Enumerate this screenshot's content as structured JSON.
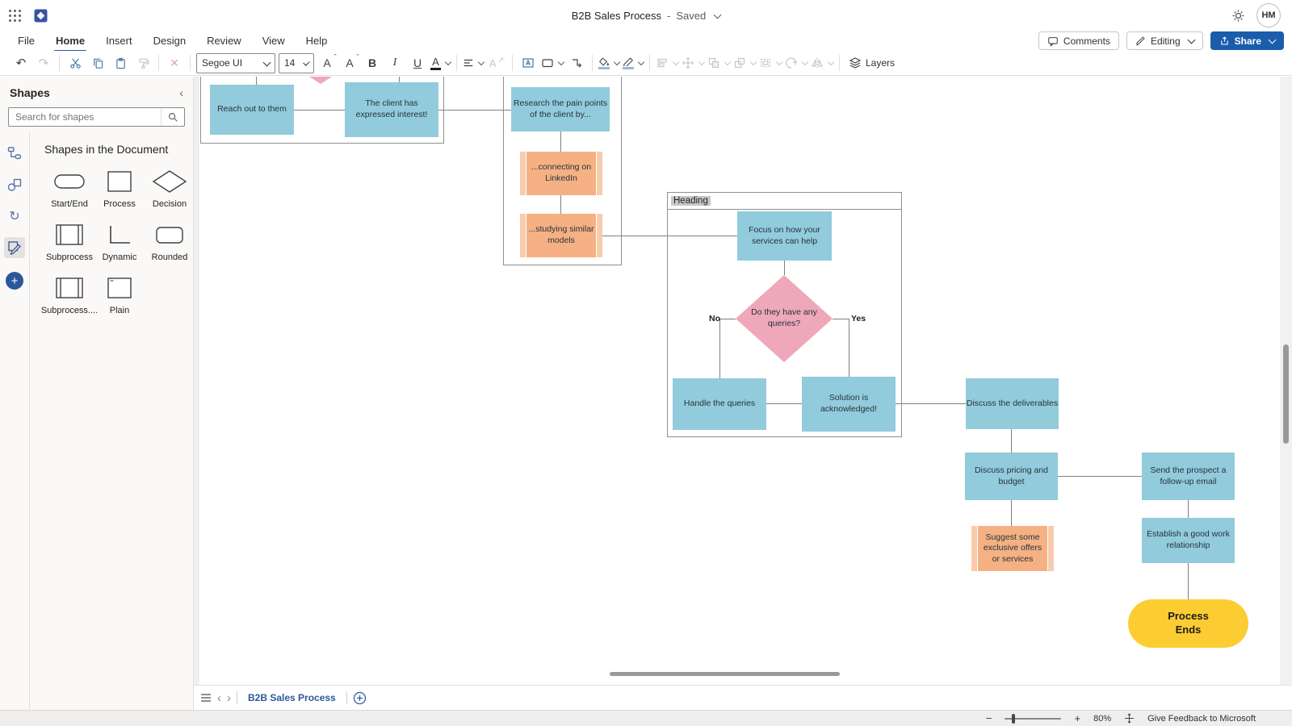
{
  "header": {
    "title": "B2B Sales Process",
    "separator": "-",
    "saved_status": "Saved",
    "avatar_initials": "HM"
  },
  "menubar": {
    "items": [
      "File",
      "Home",
      "Insert",
      "Design",
      "Review",
      "View",
      "Help"
    ],
    "active_item": "Home",
    "comments_label": "Comments",
    "editing_label": "Editing",
    "share_label": "Share"
  },
  "toolbar": {
    "font_name": "Segoe UI",
    "font_size": "14",
    "layers_label": "Layers"
  },
  "shapes_panel": {
    "title": "Shapes",
    "search_placeholder": "Search for shapes",
    "section_title": "Shapes in the Document",
    "items": [
      {
        "label": "Start/End"
      },
      {
        "label": "Process"
      },
      {
        "label": "Decision"
      },
      {
        "label": "Subprocess"
      },
      {
        "label": "Dynamic"
      },
      {
        "label": "Rounded"
      },
      {
        "label": "Subprocess...."
      },
      {
        "label": "Plain"
      }
    ]
  },
  "diagram": {
    "container_heading": "Heading",
    "edge_labels": {
      "no": "No",
      "yes": "Yes"
    },
    "nodes": [
      {
        "id": "reach-out",
        "type": "process",
        "label": "Reach out to them"
      },
      {
        "id": "client-interest",
        "type": "process",
        "label": "The client has expressed interest!"
      },
      {
        "id": "research-pain-points",
        "type": "process",
        "label": "Research the pain points of the client by..."
      },
      {
        "id": "connecting-linkedin",
        "type": "subprocess",
        "label": "...connecting on LinkedIn"
      },
      {
        "id": "studying-models",
        "type": "subprocess",
        "label": "...studying similar models"
      },
      {
        "id": "focus-services",
        "type": "process",
        "label": "Focus on how your services can help"
      },
      {
        "id": "queries-decision",
        "type": "decision",
        "label": "Do they have any queries?"
      },
      {
        "id": "handle-queries",
        "type": "process",
        "label": "Handle the queries"
      },
      {
        "id": "solution-acknowledged",
        "type": "process",
        "label": "Solution is acknowledged!"
      },
      {
        "id": "discuss-deliverables",
        "type": "process",
        "label": "Discuss the deliverables"
      },
      {
        "id": "discuss-pricing",
        "type": "process",
        "label": "Discuss pricing and budget"
      },
      {
        "id": "send-followup",
        "type": "process",
        "label": "Send the prospect a follow-up email"
      },
      {
        "id": "suggest-offers",
        "type": "subprocess",
        "label": "Suggest some exclusive offers or services"
      },
      {
        "id": "establish-relationship",
        "type": "process",
        "label": "Establish a good work relationship"
      },
      {
        "id": "process-ends",
        "type": "terminator",
        "label": "Process Ends"
      }
    ],
    "colors": {
      "process_fill": "#92cbdc",
      "subprocess_fill": "#f5b183",
      "subprocess_stripe": "#f8cbad",
      "decision_fill": "#efa7ba",
      "terminator_fill": "#fccd32",
      "connector": "#7f7f7f"
    }
  },
  "footer": {
    "page_tab": "B2B Sales Process",
    "zoom_level": "80%",
    "feedback_label": "Give Feedback to Microsoft"
  }
}
